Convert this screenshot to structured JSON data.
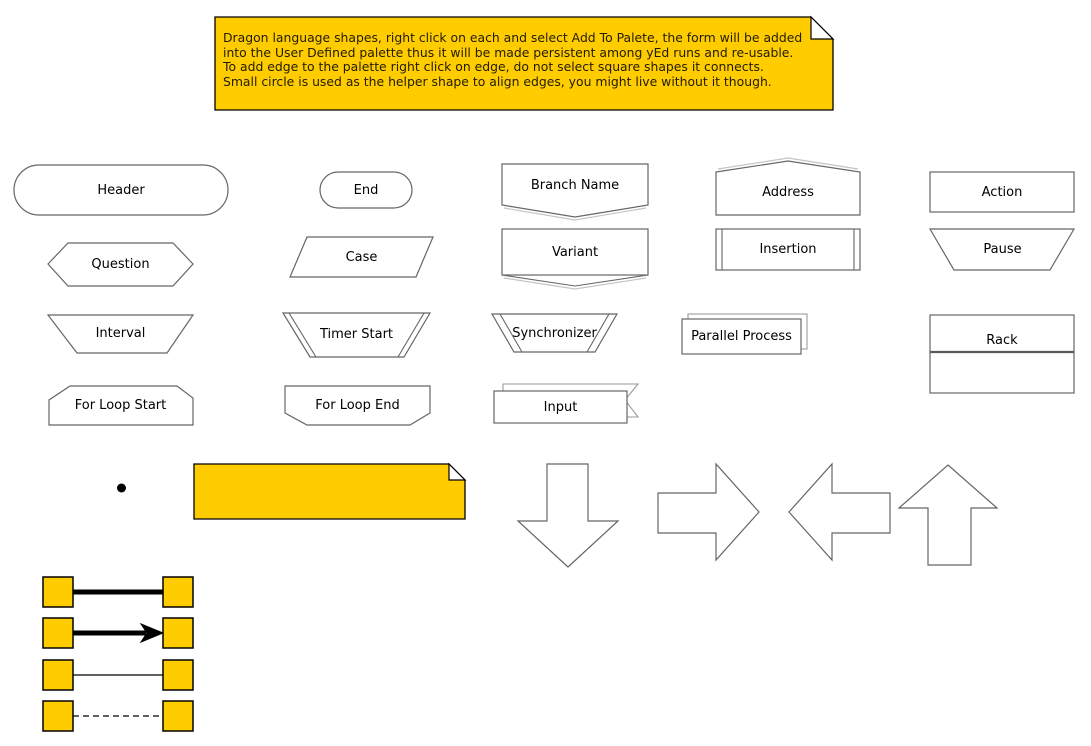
{
  "note": {
    "lines": [
      "Dragon language shapes, right click on each and select Add To Palete, the form will be added",
      "into the User Defined palette thus it will be made persistent among yEd runs and re-usable.",
      "To add edge to the palette right click on edge, do not select square shapes it connects.",
      "Small circle is used as the helper shape to align edges, you might live without it though."
    ]
  },
  "shapes": {
    "header": {
      "label": "Header"
    },
    "end": {
      "label": "End"
    },
    "branch_name": {
      "label": "Branch Name"
    },
    "address": {
      "label": "Address"
    },
    "action": {
      "label": "Action"
    },
    "question": {
      "label": "Question"
    },
    "case": {
      "label": "Case"
    },
    "variant": {
      "label": "Variant"
    },
    "insertion": {
      "label": "Insertion"
    },
    "pause": {
      "label": "Pause"
    },
    "interval": {
      "label": "Interval"
    },
    "timer_start": {
      "label": "Timer Start"
    },
    "synchronizer": {
      "label": "Synchronizer"
    },
    "parallel_process": {
      "label": "Parallel Process"
    },
    "rack": {
      "label": "Rack"
    },
    "for_loop_start": {
      "label": "For Loop Start"
    },
    "for_loop_end": {
      "label": "For Loop End"
    },
    "input": {
      "label": "Input"
    }
  },
  "edges": {
    "thick_line": "thick solid edge",
    "thick_arrow": "thick solid edge with arrowhead",
    "thin_line": "thin solid edge",
    "dashed_line": "thin dashed edge"
  },
  "arrows": [
    "down",
    "right",
    "left",
    "up"
  ],
  "colors": {
    "note_fill": "#FFCC00",
    "square_fill": "#FFCC00",
    "shape_stroke": "#666666",
    "shadow_stroke": "#C4C4C4",
    "edge_color": "#000000"
  }
}
